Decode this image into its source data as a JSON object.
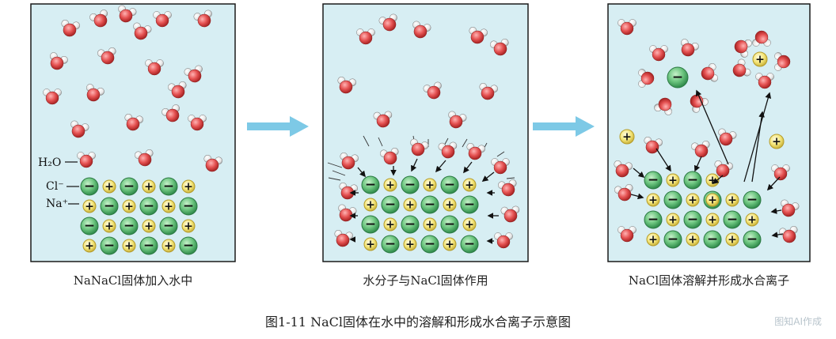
{
  "panels": [
    {
      "caption": "NaNaCl固体加入水中"
    },
    {
      "caption": "水分子与NaCl固体作用"
    },
    {
      "caption": "NaCl固体溶解并形成水合离子"
    }
  ],
  "labels": {
    "water": "H₂O",
    "chloride": "Cl⁻",
    "sodium": "Na⁺"
  },
  "symbols": {
    "plus": "+",
    "minus": "−"
  },
  "figure_caption": "图1-11   NaCl固体在水中的溶解和形成水合离子示意图",
  "watermark": "图知AI作成",
  "colors": {
    "water_bg": "#d7eef3",
    "border": "#1a1a1a",
    "arrow": "#7dc9e6",
    "chloride": "#4caf6a",
    "sodium": "#f2e26a",
    "oxygen": "#e04848",
    "hydrogen": "#f2f2f2"
  },
  "icons": [
    "water-molecule-icon",
    "chloride-ion-icon",
    "sodium-ion-icon",
    "flow-arrow-icon"
  ]
}
